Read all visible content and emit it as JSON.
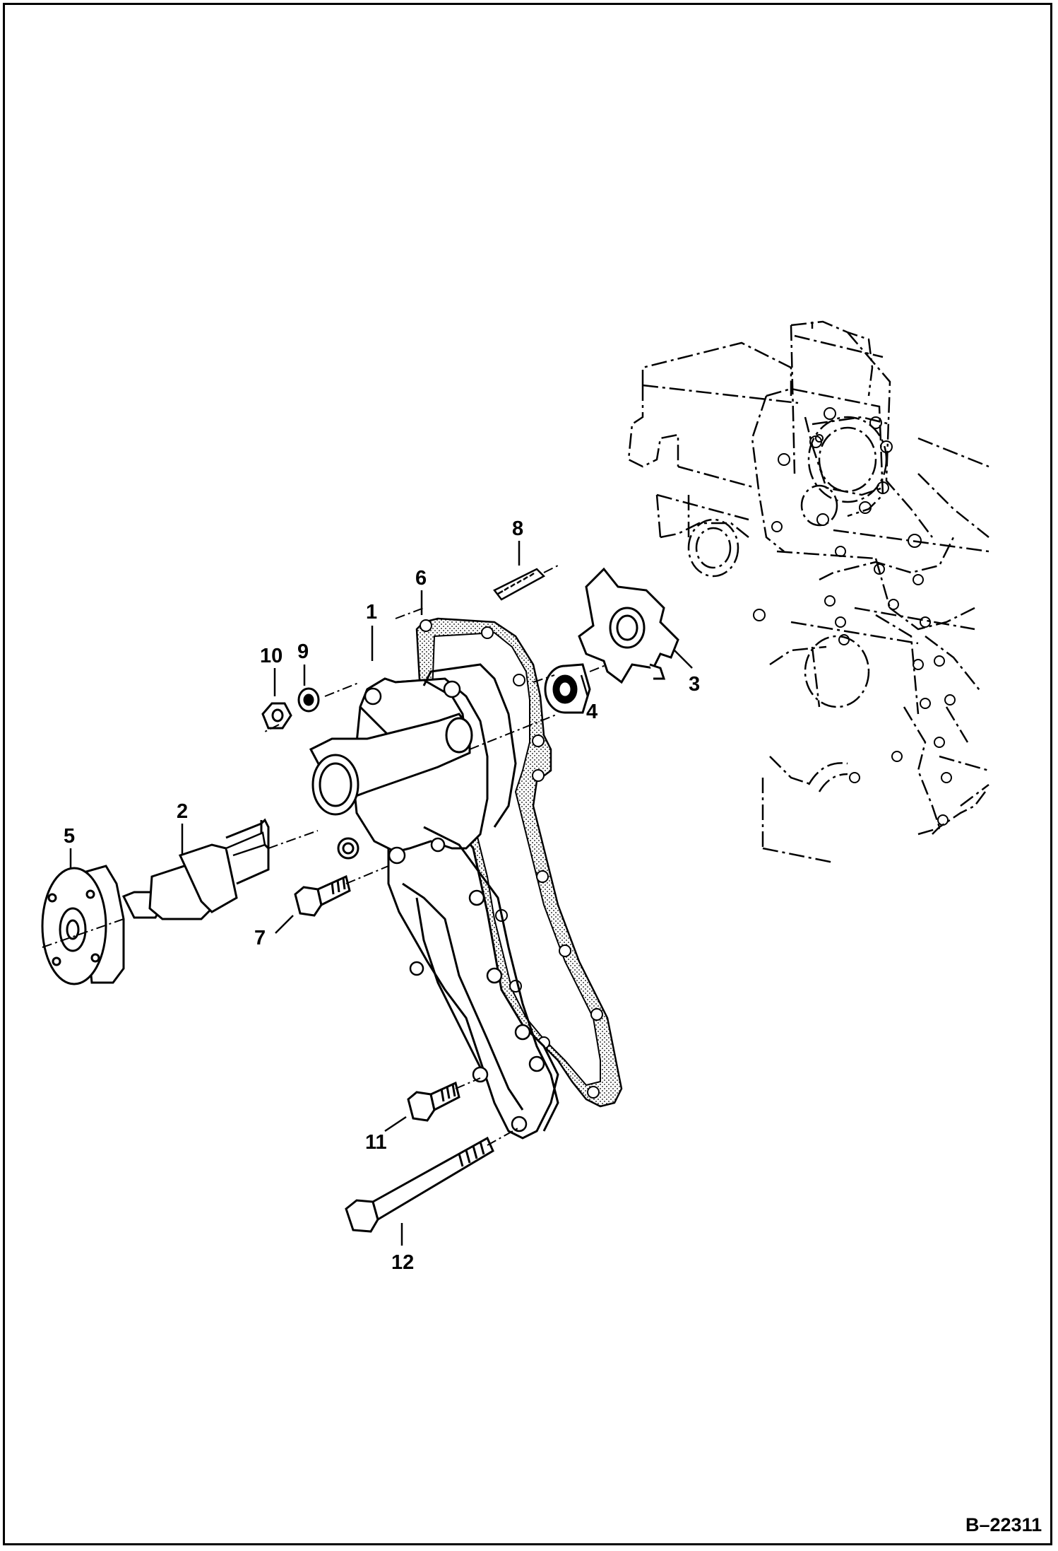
{
  "diagram": {
    "reference": "B–22311",
    "callouts": [
      {
        "id": "1",
        "label": "1"
      },
      {
        "id": "2",
        "label": "2"
      },
      {
        "id": "3",
        "label": "3"
      },
      {
        "id": "4",
        "label": "4"
      },
      {
        "id": "5",
        "label": "5"
      },
      {
        "id": "6",
        "label": "6"
      },
      {
        "id": "7",
        "label": "7"
      },
      {
        "id": "8",
        "label": "8"
      },
      {
        "id": "9",
        "label": "9"
      },
      {
        "id": "10",
        "label": "10"
      },
      {
        "id": "11",
        "label": "11"
      },
      {
        "id": "12",
        "label": "12"
      }
    ]
  }
}
